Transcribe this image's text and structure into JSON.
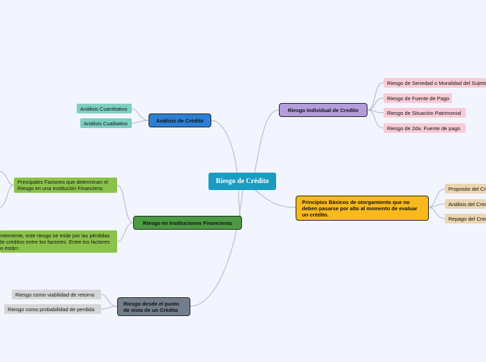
{
  "central": "Riesgo de Crédito",
  "analisis": {
    "title": "Análisis de Crédito",
    "items": [
      "Análisis Cuantitativo",
      "Análisis Cualitativo"
    ]
  },
  "individual": {
    "title": "Riesgo Individual de Credito",
    "items": [
      "Riesgo de Seriedad o Moralidad del Sujeto",
      "Riesgo de Fuente de Pago",
      "Riesgo de Situación Patrimonial",
      "Riesgo de 2da. Fuente de pago"
    ]
  },
  "principios": {
    "title": "Principios Básicos de otorgamiento que no deben pasarse por alto al momento de evaluar un crédito.",
    "items": [
      "Proposito del Credito",
      "Análisis del Credito",
      "Repago del Credito"
    ]
  },
  "instituciones": {
    "title": "Riesgo en Instituciones Financieras",
    "factores": "Principales Factores que determinan el Riesgo en una Institución Financiera:",
    "mide": "Frecuentemente, este riesgo se mide por las pérdidas netas de créditos entre los factores. Entre los factores internos están:"
  },
  "punto_vista": {
    "title": "Riesgo desde el punto de vista de un Crédito",
    "items": [
      "Riesgo como viabilidad de retorno",
      "Riesgo como probabilidad de perdida"
    ]
  },
  "colors": {
    "background": "#f3f5fe",
    "central": "#1a9bc0",
    "analisis": "#2b7fd4",
    "analisis_sub": "#7ecfc3",
    "individual": "#b39ddb",
    "individual_sub": "#f7ccd6",
    "principios": "#f9b91c",
    "principios_sub": "#ecd5b0",
    "instituciones": "#4c9a43",
    "instituciones_sub": "#8bc34a",
    "punto_vista": "#737e8c",
    "punto_vista_sub": "#d6d6d6",
    "lines": "#b8bfcc"
  }
}
